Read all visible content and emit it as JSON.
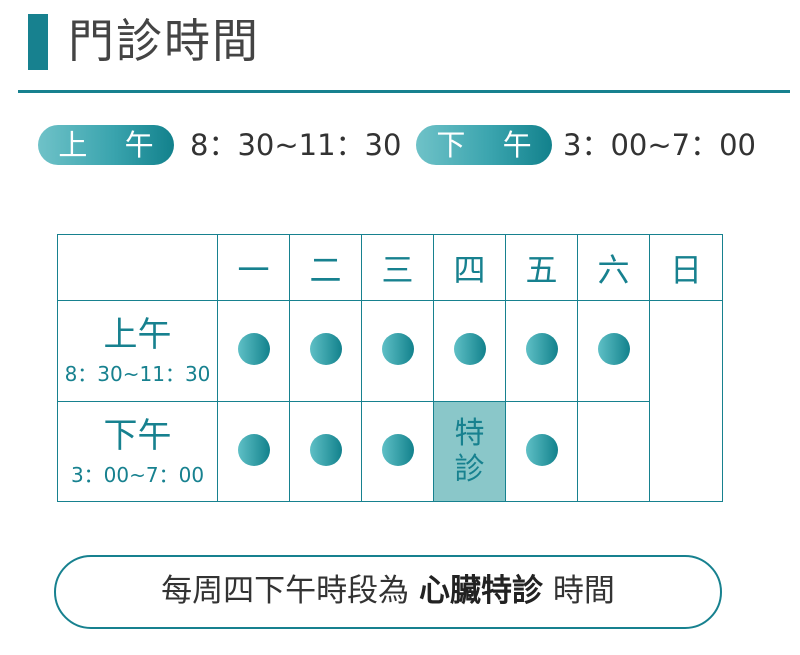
{
  "title": "門診時間",
  "hours": {
    "am_label": "上 午",
    "am_time": "8：30~11：30",
    "pm_label": "下 午",
    "pm_time": "3：00~7：00"
  },
  "schedule": {
    "days": [
      "一",
      "二",
      "三",
      "四",
      "五",
      "六",
      "日"
    ],
    "rows": [
      {
        "name": "上午",
        "time": "8：30~11：30",
        "cells": [
          "dot",
          "dot",
          "dot",
          "dot",
          "dot",
          "dot",
          "none"
        ]
      },
      {
        "name": "下午",
        "time": "3：00~7：00",
        "cells": [
          "dot",
          "dot",
          "dot",
          "special",
          "dot",
          "none",
          "none"
        ],
        "special_lines": [
          "特",
          "診"
        ]
      }
    ]
  },
  "note": {
    "prefix": "每周四下午時段為 ",
    "bold": "心臟特診",
    "suffix": " 時間"
  },
  "colors": {
    "accent": "#17818f",
    "special_fill": "#8ac7c9",
    "dot_light": "#5fc0c6"
  }
}
